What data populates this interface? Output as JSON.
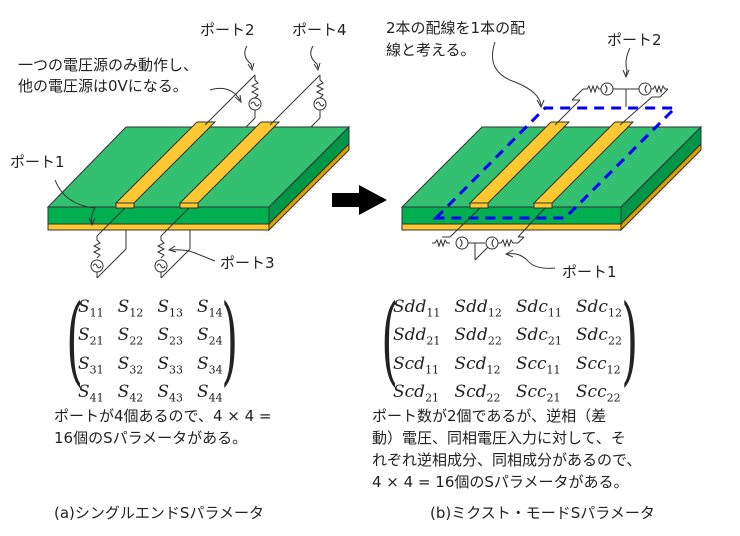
{
  "left": {
    "port_labels": {
      "p1": "ポート1",
      "p2": "ポート2",
      "p3": "ポート3",
      "p4": "ポート4"
    },
    "note_lines": [
      "一つの電圧源のみ動作し、",
      "他の電圧源は0Vになる。"
    ],
    "matrix": [
      [
        {
          "b": "S",
          "s": "11"
        },
        {
          "b": "S",
          "s": "12"
        },
        {
          "b": "S",
          "s": "13"
        },
        {
          "b": "S",
          "s": "14"
        }
      ],
      [
        {
          "b": "S",
          "s": "21"
        },
        {
          "b": "S",
          "s": "22"
        },
        {
          "b": "S",
          "s": "23"
        },
        {
          "b": "S",
          "s": "24"
        }
      ],
      [
        {
          "b": "S",
          "s": "31"
        },
        {
          "b": "S",
          "s": "32"
        },
        {
          "b": "S",
          "s": "33"
        },
        {
          "b": "S",
          "s": "34"
        }
      ],
      [
        {
          "b": "S",
          "s": "41"
        },
        {
          "b": "S",
          "s": "42"
        },
        {
          "b": "S",
          "s": "43"
        },
        {
          "b": "S",
          "s": "44"
        }
      ]
    ],
    "desc_lines": [
      "ポートが4個あるので、4 × 4 =",
      "16個のSパラメータがある。"
    ],
    "caption": "(a)シングルエンドSパラメータ"
  },
  "right": {
    "port_labels": {
      "p1": "ポート1",
      "p2": "ポート2"
    },
    "note_lines": [
      "2本の配線を1本の配",
      "線と考える。"
    ],
    "matrix": [
      [
        {
          "b": "Sdd",
          "s": "11"
        },
        {
          "b": "Sdd",
          "s": "12"
        },
        {
          "b": "Sdc",
          "s": "11"
        },
        {
          "b": "Sdc",
          "s": "12"
        }
      ],
      [
        {
          "b": "Sdd",
          "s": "21"
        },
        {
          "b": "Sdd",
          "s": "22"
        },
        {
          "b": "Sdc",
          "s": "21"
        },
        {
          "b": "Sdc",
          "s": "22"
        }
      ],
      [
        {
          "b": "Scd",
          "s": "11"
        },
        {
          "b": "Scd",
          "s": "12"
        },
        {
          "b": "Scc",
          "s": "11"
        },
        {
          "b": "Scc",
          "s": "12"
        }
      ],
      [
        {
          "b": "Scd",
          "s": "21"
        },
        {
          "b": "Scd",
          "s": "22"
        },
        {
          "b": "Scc",
          "s": "21"
        },
        {
          "b": "Scc",
          "s": "22"
        }
      ]
    ],
    "desc_lines": [
      "ポート数が2個であるが、逆相（差",
      "動）電圧、同相電圧入力に対して、そ",
      "れぞれ逆相成分、同相成分があるので、",
      "4 × 4 = 16個のSパラメータがある。"
    ],
    "caption": "(b)ミクスト・モードSパラメータ"
  },
  "colors": {
    "board_top": "#33c070",
    "board_front": "#00b050",
    "board_side": "#00964a",
    "copper": "#ffc830",
    "copper_dark": "#e0a000",
    "dashed": "#0000ff",
    "arrow": "#000000"
  }
}
